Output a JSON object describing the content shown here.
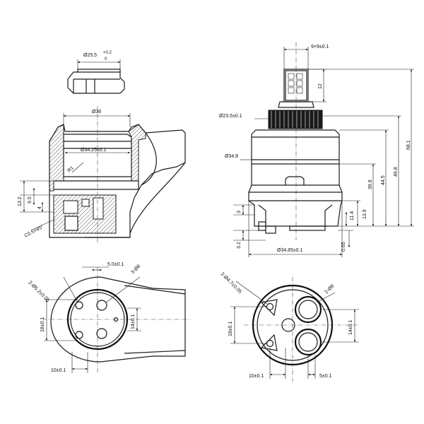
{
  "dimensions": {
    "top_small": {
      "dia": "Ø25.5",
      "tol_upper": "+0.2",
      "tol_lower": "0"
    },
    "section": {
      "dia36": "Ø36",
      "dia34_25": "Ø34.25±0.1",
      "r1": "R1",
      "h13_2": "13.2",
      "h9_5": "9.5",
      "h4": "4",
      "chamfer": "C0.5×45°"
    },
    "cartridge": {
      "stem": "9×9±0.1",
      "h12": "12",
      "dia23_5": "Ø23.5±0.1",
      "dia34_8": "Ø34.8",
      "h68_1": "68.1",
      "h49_8": "49.8",
      "h44_5": "44.5",
      "h39_8": "39.8",
      "h13_9": "13.9",
      "h11_4": "11.4",
      "h3": "3",
      "h3_2": "3.2",
      "h0_65": "0.65",
      "dia34_85": "Ø34.85±0.1"
    },
    "bottom_left": {
      "holes_small": "2-Ø5.2±0.05",
      "off5": "5.0±0.1",
      "holes_large": "3-Ø8",
      "h18": "18±0.1",
      "h14": "14±0.1",
      "w10": "10±0.1"
    },
    "bottom_right": {
      "pins": "2-Ø4.7±0.05",
      "ports": "2-Ø8",
      "h18": "18±0.1",
      "h14": "14±0.1",
      "w10": "10±0.1",
      "w5": "5±0.1"
    }
  }
}
